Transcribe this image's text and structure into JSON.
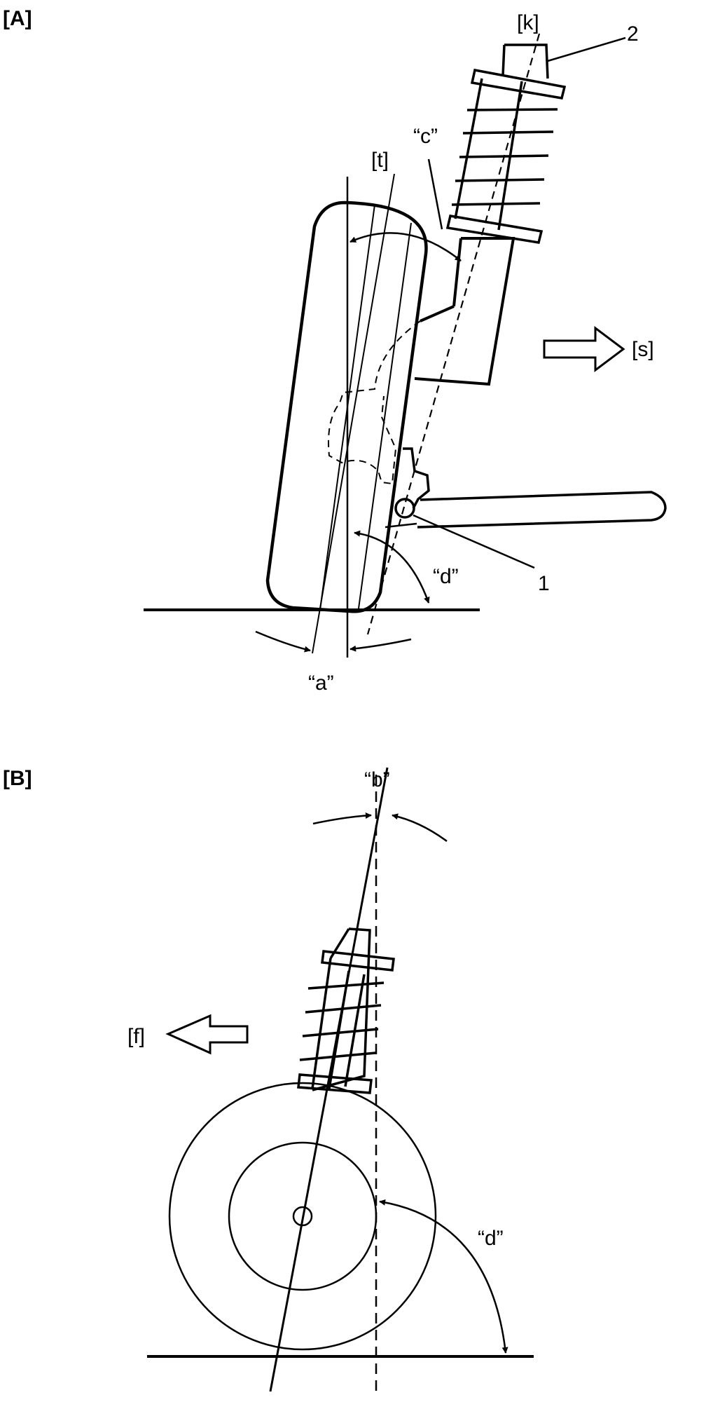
{
  "panels": {
    "a": {
      "label": "[A]"
    },
    "b": {
      "label": "[B]"
    }
  },
  "labels": {
    "k": "[k]",
    "t": "[t]",
    "s": "[s]",
    "f": "[f]",
    "num2": "2",
    "num1": "1",
    "c": "“c”",
    "d_a": "“d”",
    "a": "“a”",
    "b": "“b”",
    "d_b": "“d”"
  },
  "colors": {
    "ink": "#000000",
    "paper": "#ffffff"
  }
}
